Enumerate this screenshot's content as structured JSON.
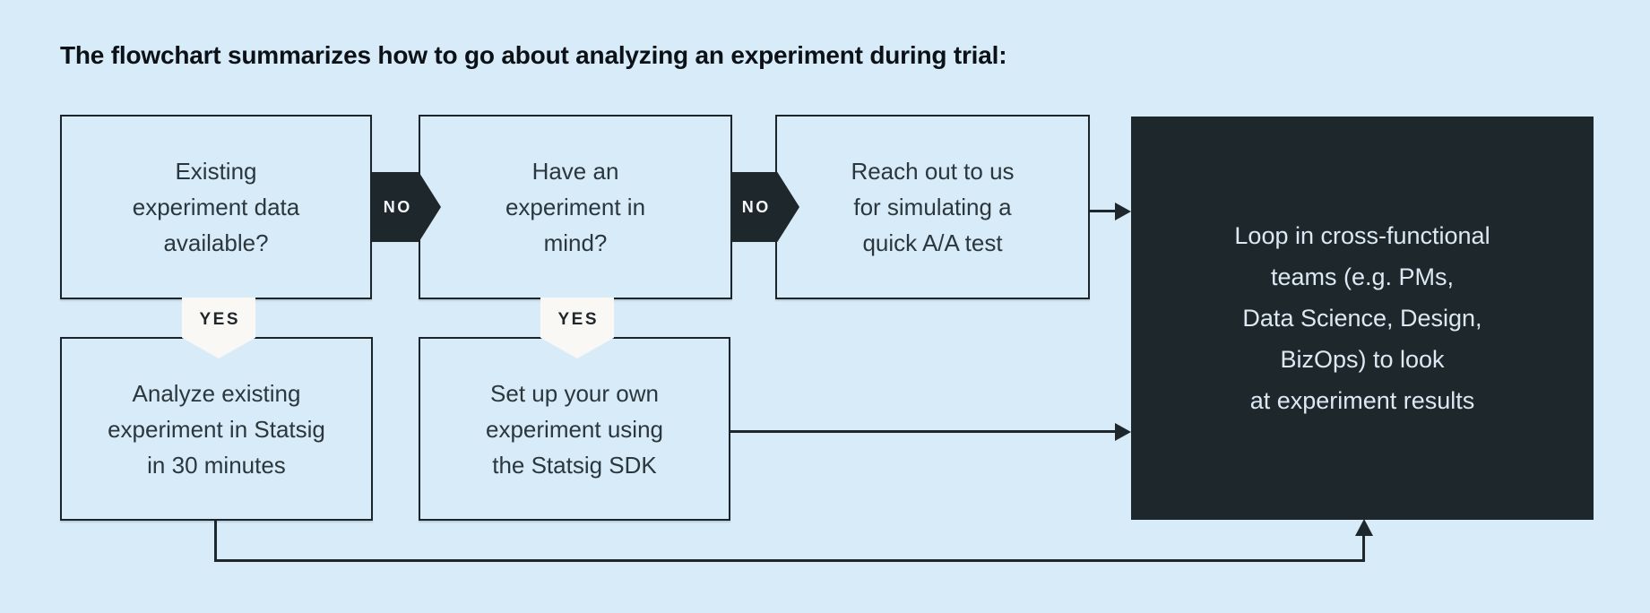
{
  "title": "The flowchart summarizes how to go about analyzing an experiment during trial:",
  "colors": {
    "bg": "#d8ebf8",
    "box-fill": "#d8ebf8",
    "dark": "#1e272c",
    "border": "#1a242a",
    "box-text": "#2b373d",
    "dark-box-text": "#dce9f3",
    "yes-bg": "#faf8f5",
    "title-color": "#0b1116"
  },
  "flowchart": {
    "boxes": {
      "existing_data": {
        "text": "Existing\nexperiment data\navailable?"
      },
      "experiment_in_mind": {
        "text": "Have an\nexperiment in\nmind?"
      },
      "reach_out": {
        "text": "Reach out to us\nfor simulating a\nquick A/A test"
      },
      "analyze_existing": {
        "text": "Analyze existing\nexperiment in Statsig\nin 30 minutes"
      },
      "set_up_own": {
        "text": "Set up your own\nexperiment using\nthe Statsig SDK"
      },
      "loop_in_teams": {
        "text": "Loop in cross-functional\nteams (e.g. PMs,\nData Science, Design,\nBizOps) to look\nat experiment results"
      }
    },
    "labels": {
      "no": "NO",
      "yes": "YES"
    }
  }
}
